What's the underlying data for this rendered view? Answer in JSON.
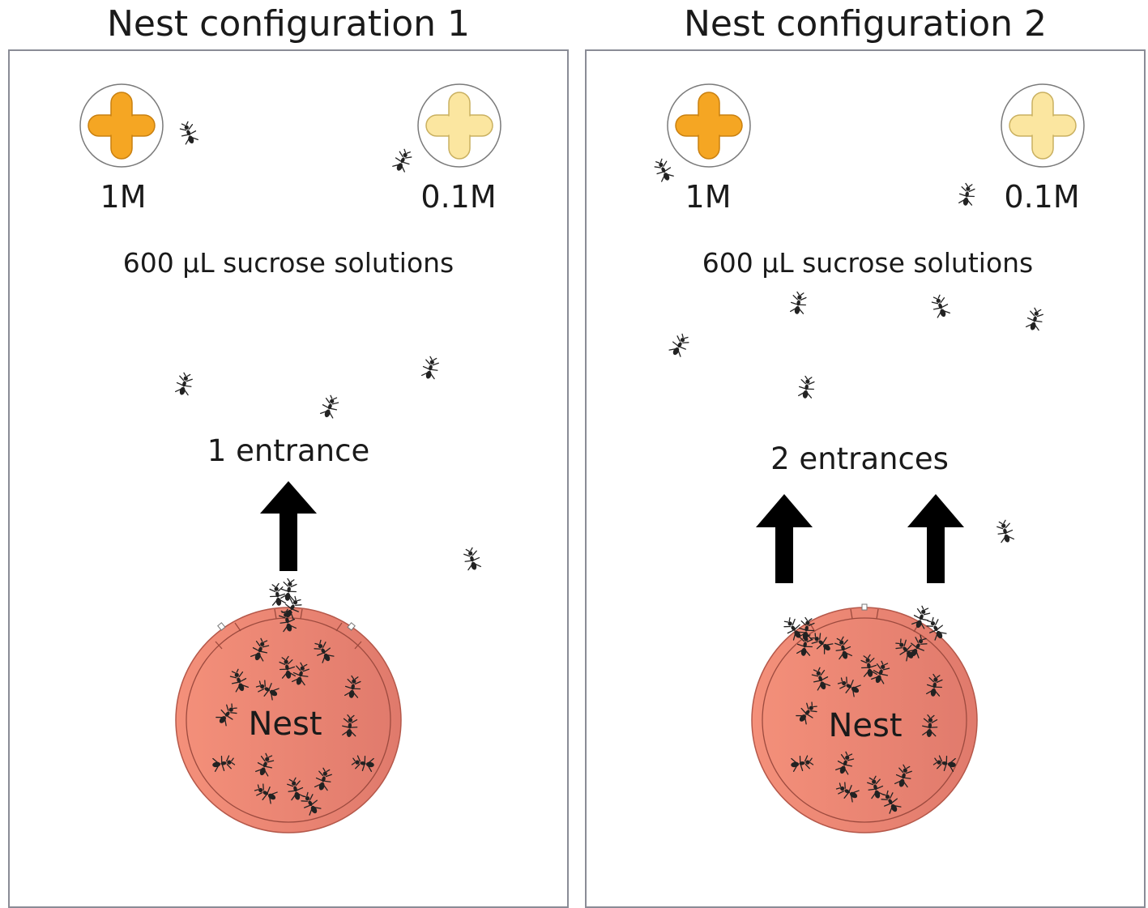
{
  "panels": [
    {
      "title": "Nest configuration 1",
      "feeders": [
        {
          "label": "1M",
          "color": "#f5a623"
        },
        {
          "label": "0.1M",
          "color": "#fbe6a0"
        }
      ],
      "solution_label": "600 μL sucrose solutions",
      "entrance_label": "1 entrance",
      "nest_label": "Nest"
    },
    {
      "title": "Nest configuration 2",
      "feeders": [
        {
          "label": "1M",
          "color": "#f5a623"
        },
        {
          "label": "0.1M",
          "color": "#fbe6a0"
        }
      ],
      "solution_label": "600 μL sucrose solutions",
      "entrance_label": "2 entrances",
      "nest_label": "Nest"
    }
  ],
  "colors": {
    "nest_left": "#f4907a",
    "nest_right": "#e07a6c",
    "panel_border": "#8a8c96",
    "arrow": "#000000",
    "ant": "#222222"
  }
}
